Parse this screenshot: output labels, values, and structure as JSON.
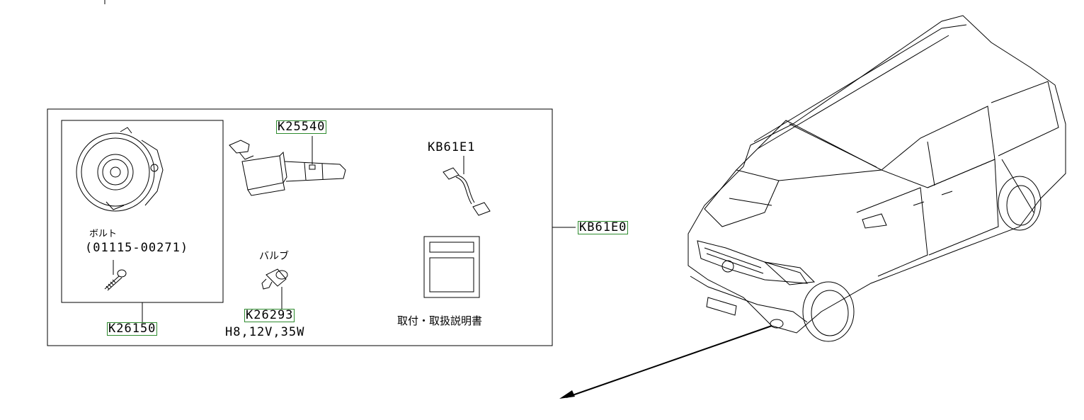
{
  "kit": {
    "code": "KB61E0",
    "connector_code": "KB61E1",
    "instruction_label": "取付・取扱説明書"
  },
  "parts": {
    "switch": {
      "code": "K26150",
      "bolt_name": "ボルト",
      "bolt_number": "(01115-00271)"
    },
    "lever": {
      "code": "K25540"
    },
    "bulb": {
      "code": "K26293",
      "name": "バルブ",
      "spec": "H8,12V,35W"
    }
  },
  "colors": {
    "hotspot_outline": "#2e8b2e",
    "line": "#000000"
  }
}
